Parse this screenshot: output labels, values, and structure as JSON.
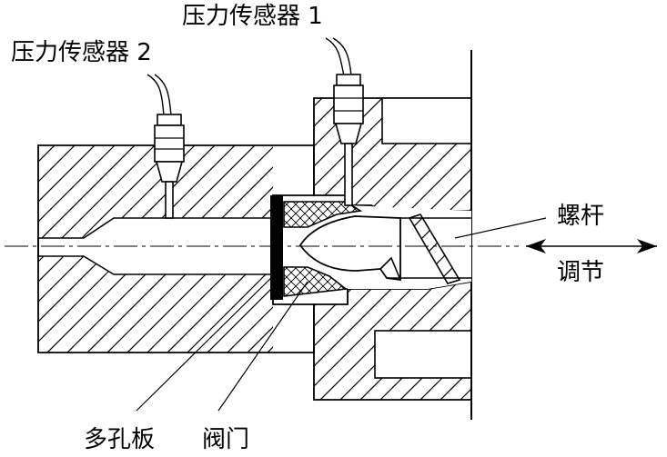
{
  "labels": {
    "sensor1": "压力传感器 1",
    "sensor2": "压力传感器 2",
    "screw": "螺杆",
    "adjust": "调节",
    "porous_plate": "多孔板",
    "valve": "阀门"
  },
  "colors": {
    "stroke": "#000000",
    "background": "#ffffff",
    "plate": "#000000"
  }
}
